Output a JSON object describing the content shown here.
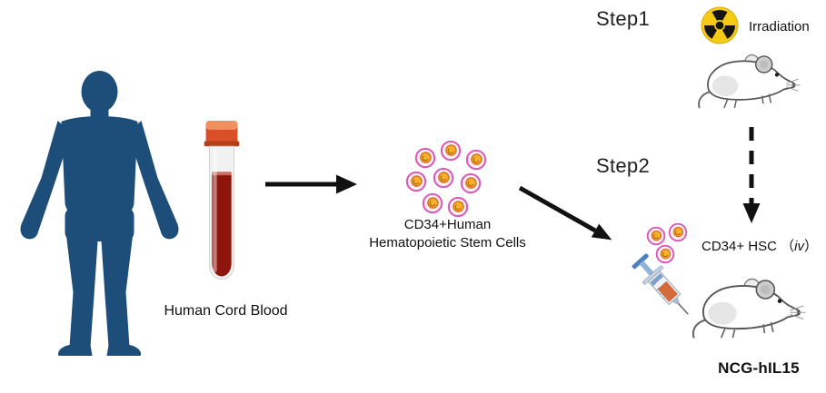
{
  "colors": {
    "human_silhouette": "#1d4e79",
    "tube_cap": "#d94f27",
    "blood": "#8e150b",
    "cell_membrane": "#d85ab5",
    "cell_nucleus": "#f6b02c",
    "radiation_yellow": "#f6c915",
    "arrow": "#111111"
  },
  "left_panel": {
    "cord_blood_label": "Human Cord Blood"
  },
  "center_panel": {
    "cells_label_line1": "CD34+Human",
    "cells_label_line2": "Hematopoietic Stem Cells"
  },
  "right_panel": {
    "step1_label": "Step1",
    "irradiation_label": "Irradiation",
    "step2_label": "Step2",
    "hsc_label_prefix": "CD34+ HSC （",
    "hsc_label_iv": "iv",
    "hsc_label_suffix": "）",
    "mouse_model_label": "NCG-hIL15"
  }
}
